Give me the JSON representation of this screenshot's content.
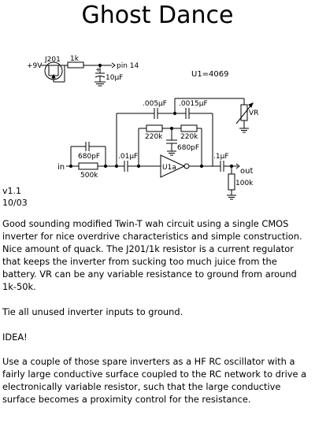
{
  "title": "Ghost Dance",
  "schematic": {
    "labels": {
      "supply": "+9V",
      "jfet": "J201",
      "r_reg": "1k",
      "pin": "pin 14",
      "c_supply": "10µF",
      "chip": "U1=4069",
      "c_top1": ".005µF",
      "c_top2": ".0015µF",
      "vr": "VR",
      "r_t1": "220k",
      "r_t2": "220k",
      "c_t_mid": "680pF",
      "c_in_bypass": "680pF",
      "r_in": "500k",
      "c_in": ".01µF",
      "inverter": "U1a",
      "c_out": ".1µF",
      "r_out": "100k",
      "in": "in",
      "out": "out"
    }
  },
  "version": "v1.1",
  "date": "10/03",
  "paragraphs": [
    "Good sounding  modified Twin-T wah circuit using a single CMOS inverter for nice overdrive characteristics and simple construction. Nice amount of quack. The J201/1k resistor is a current regulator that keeps the inverter from sucking too much juice from the battery. VR can be any variable resistance to ground from around 1k-50k.",
    "Tie all unused inverter inputs to ground.",
    "IDEA!",
    "Use a couple of those spare inverters as a HF RC oscillator with a fairly large conductive surface coupled to the RC network to drive a electronically variable resistor, such that the large conductive surface becomes a proximity control for the resistance."
  ]
}
